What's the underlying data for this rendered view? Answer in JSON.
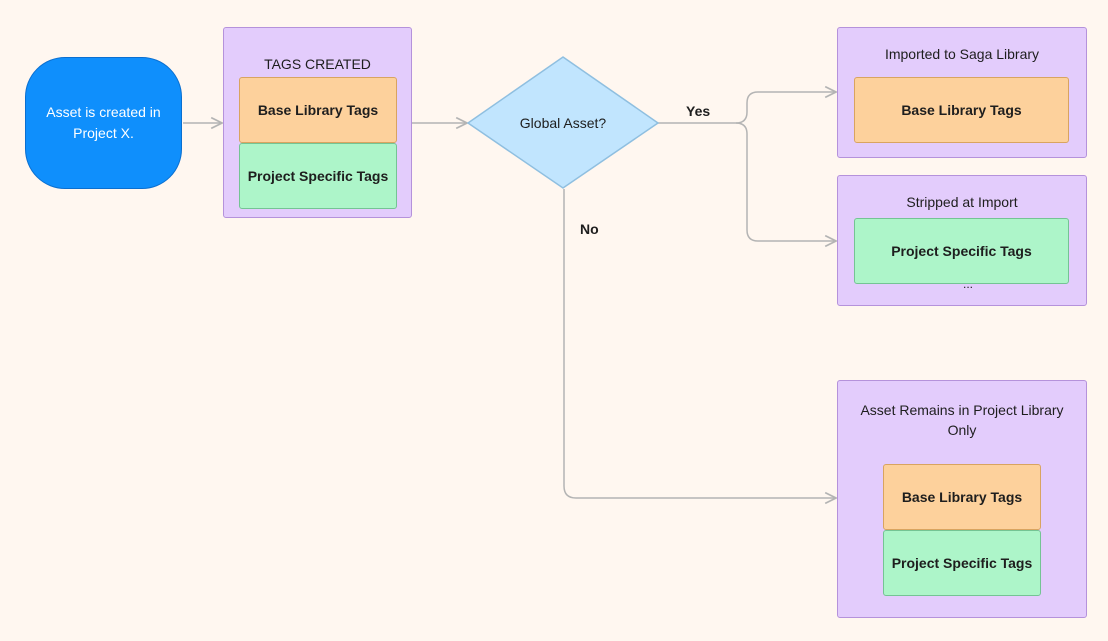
{
  "start": {
    "text": "Asset is created in Project X."
  },
  "tags_created": {
    "title": "TAGS CREATED",
    "base_tags": "Base Library Tags",
    "project_tags": "Project Specific Tags"
  },
  "decision": {
    "text": "Global Asset?"
  },
  "edges": {
    "yes": "Yes",
    "no": "No"
  },
  "imported": {
    "title": "Imported to Saga Library",
    "base_tags": "Base Library Tags"
  },
  "stripped": {
    "title": "Stripped at Import",
    "project_tags": "Project Specific Tags",
    "ellipsis": "..."
  },
  "remains": {
    "title": "Asset Remains in Project Library Only",
    "base_tags": "Base Library Tags",
    "project_tags": "Project Specific Tags"
  },
  "colors": {
    "background": "#fff7f0",
    "start_fill": "#0f8ffc",
    "group_fill": "#e3ccfc",
    "base_tag_fill": "#fdd19c",
    "project_tag_fill": "#adf5c9",
    "decision_fill": "#c1e5fe",
    "connector": "#b4b4b4"
  }
}
